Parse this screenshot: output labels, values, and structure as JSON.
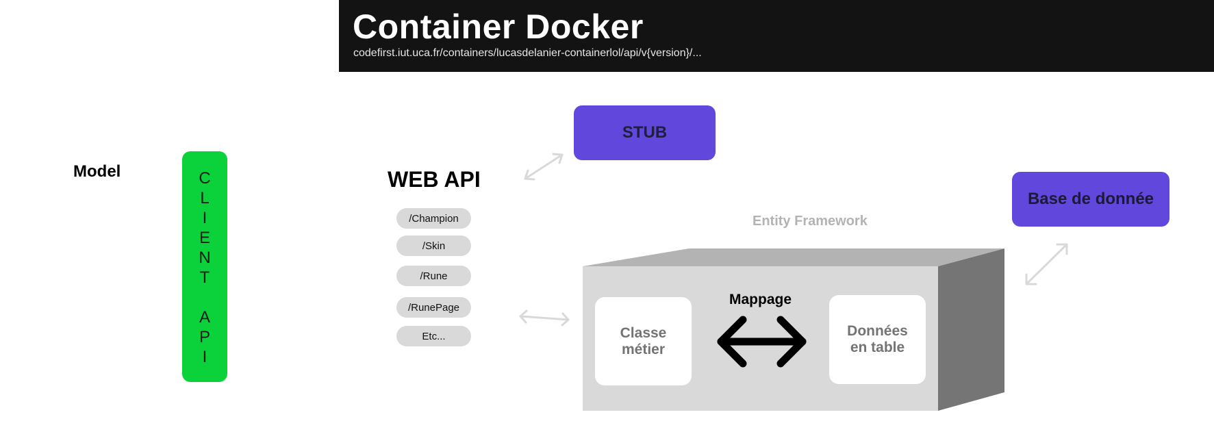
{
  "header": {
    "title": "Container Docker",
    "url": "codefirst.iut.uca.fr/containers/lucasdelanier-containerlol/api/v{version}/..."
  },
  "model": {
    "label": "Model",
    "client_letters": [
      "C",
      "L",
      "I",
      "E",
      "N",
      "T",
      "A",
      "P",
      "I"
    ]
  },
  "web_api": {
    "title": "WEB API",
    "routes": [
      "/Champion",
      "/Skin",
      "/Rune",
      "/RunePage",
      "Etc..."
    ]
  },
  "stub": {
    "label": "STUB"
  },
  "database": {
    "label": "Base de donnée"
  },
  "entity_framework": {
    "label": "Entity Framework",
    "mappage": "Mappage",
    "classe_line1": "Classe",
    "classe_line2": "métier",
    "donnees_line1": "Données",
    "donnees_line2": "en table"
  },
  "colors": {
    "banner": "#131313",
    "client_green": "#0bd13a",
    "purple": "#6147dc",
    "route_grey": "#d9d9d9",
    "cube_front": "#d9d9d9",
    "cube_top": "#b3b3b3",
    "cube_side": "#757575",
    "connector_grey": "#d9d9d9"
  },
  "icons": {
    "connectors": "double-headed-arrow-icon",
    "mapping": "bidirectional-arrow-icon"
  }
}
